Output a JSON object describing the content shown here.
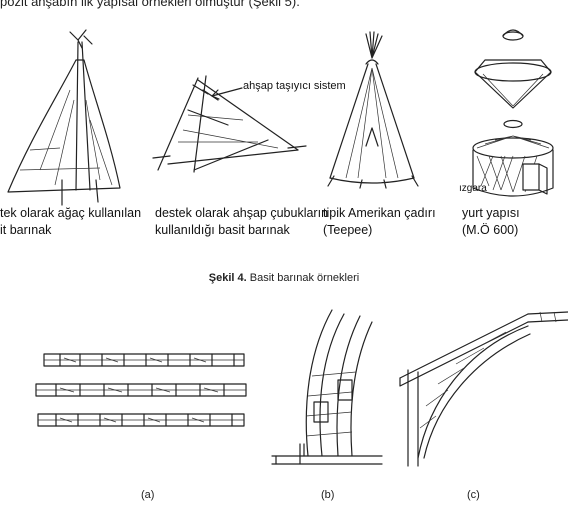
{
  "intro_line": "pozit ahşabın ilk yapısal örnekleri olmuştur (Şekil 5).",
  "figure4": {
    "items": [
      {
        "line1": "tek olarak ağaç kullanılan",
        "line2": "it barınak"
      },
      {
        "line1": "destek olarak ahşap çubukların",
        "line2": "kullanıldığı basit barınak"
      },
      {
        "line1": "tipik Amerikan çadırı",
        "line2": "(Teepee)"
      },
      {
        "line1": "yurt yapısı",
        "line2": "(M.Ö 600)"
      }
    ],
    "callout_support": "ahşap taşıyıcı sistem",
    "callout_grid": "ızgara",
    "caption_label": "Şekil 4.",
    "caption_text": "Basit barınak örnekleri"
  },
  "figure5": {
    "labels": [
      "(a)",
      "(b)",
      "(c)"
    ]
  }
}
